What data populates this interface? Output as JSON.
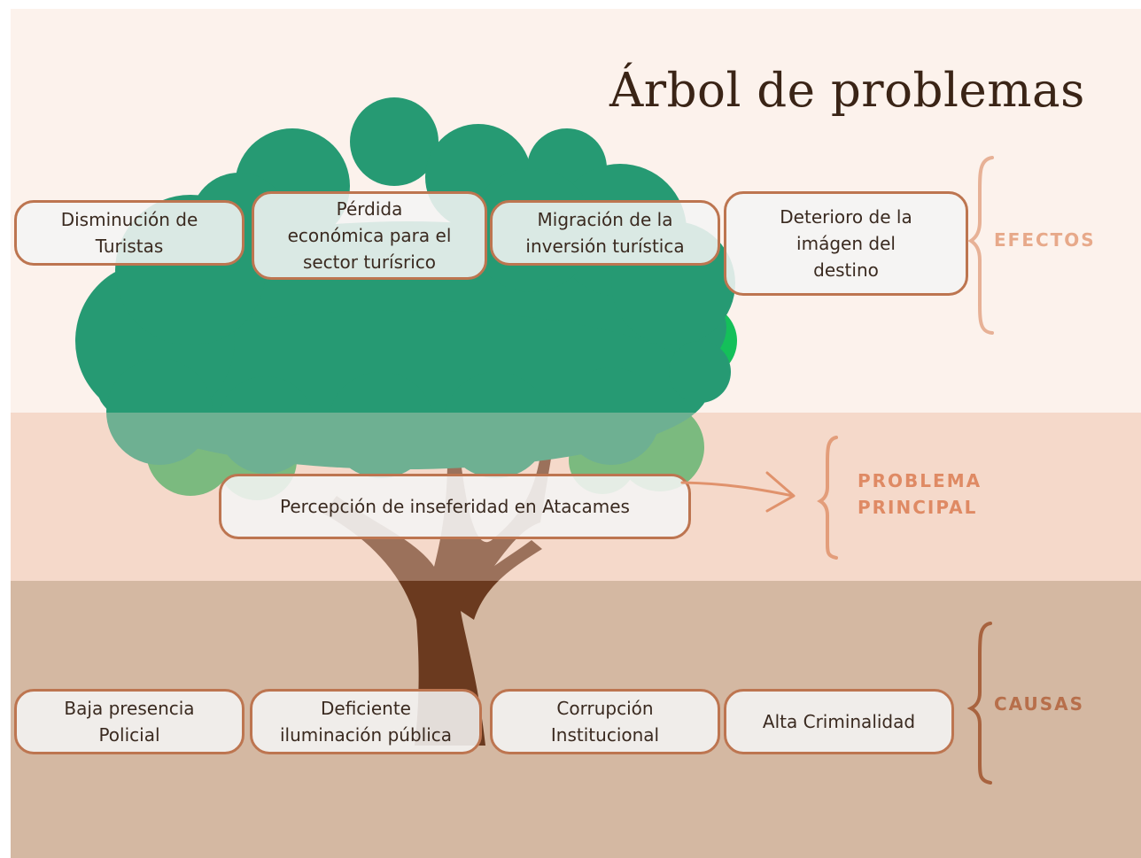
{
  "title": "Árbol de problemas",
  "sections": {
    "efectos": "EFECTOS",
    "problema_line1": "PROBLEMA",
    "problema_line2": "PRINCIPAL",
    "causas": "CAUSAS"
  },
  "effects": [
    {
      "lines": [
        "Disminución de",
        "Turistas"
      ]
    },
    {
      "lines": [
        "Pérdida",
        "económica para el",
        "sector turísrico"
      ]
    },
    {
      "lines": [
        "Migración de la",
        "inversión turística"
      ]
    },
    {
      "lines": [
        "Deterioro de la",
        "imágen del",
        "destino"
      ]
    }
  ],
  "main_problem": "Percepción de inseferidad en Atacames",
  "causes": [
    {
      "lines": [
        "Baja presencia",
        "Policial"
      ]
    },
    {
      "lines": [
        "Deficiente",
        "iluminación pública"
      ]
    },
    {
      "lines": [
        "Corrupción",
        "Institucional"
      ]
    },
    {
      "lines": [
        "Alta Criminalidad"
      ]
    }
  ],
  "colors": {
    "band_top": "#fcf2ec",
    "band_middle": "#f5d9ca",
    "band_bottom": "#d4b8a2",
    "foliage": "#269a73",
    "foliage_light": "#3aa957",
    "trunk": "#6b3a1f",
    "box_border": "#bd7550",
    "arrow": "#e0926c"
  }
}
